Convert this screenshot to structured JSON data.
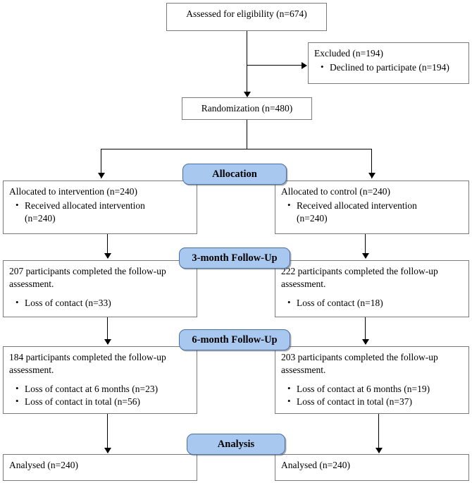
{
  "diagram": {
    "type": "consort-flow-diagram",
    "colors": {
      "banner_fill": "#a8c8ef",
      "banner_border": "#4a6fa5",
      "box_border": "#7a7a7a",
      "line": "#000000",
      "background": "#ffffff"
    }
  },
  "nodes": {
    "assessed": {
      "title": "Assessed for eligibility (n=674)"
    },
    "excluded": {
      "title": "Excluded (n=194)",
      "bullets": [
        "Declined to participate (n=194)"
      ]
    },
    "randomization": {
      "title": "Randomization (n=480)"
    },
    "allocation_intervention": {
      "title": "Allocated to intervention (n=240)",
      "bullets": [
        "Received allocated intervention",
        "(n=240)"
      ]
    },
    "allocation_control": {
      "title": "Allocated to control (n=240)",
      "bullets": [
        "Received allocated intervention",
        "(n=240)"
      ]
    },
    "followup3_intervention": {
      "line1": "207 participants completed the follow-up",
      "line2": "assessment.",
      "bullets": [
        "Loss of contact (n=33)"
      ]
    },
    "followup3_control": {
      "line1": "222 participants completed the follow-up",
      "line2": "assessment.",
      "bullets": [
        "Loss of contact (n=18)"
      ]
    },
    "followup6_intervention": {
      "line1": "184 participants completed the follow-up",
      "line2": "assessment.",
      "bullets": [
        "Loss of contact at 6 months (n=23)",
        "Loss of contact in total (n=56)"
      ]
    },
    "followup6_control": {
      "line1": "203 participants completed the follow-up",
      "line2": "assessment.",
      "bullets": [
        "Loss of contact at 6 months (n=19)",
        "Loss of contact in total (n=37)"
      ]
    },
    "analysed_intervention": {
      "title": "Analysed (n=240)"
    },
    "analysed_control": {
      "title": "Analysed (n=240)"
    }
  },
  "banners": {
    "allocation": "Allocation",
    "followup3": "3-month Follow-Up",
    "followup6": "6-month Follow-Up",
    "analysis": "Analysis"
  }
}
